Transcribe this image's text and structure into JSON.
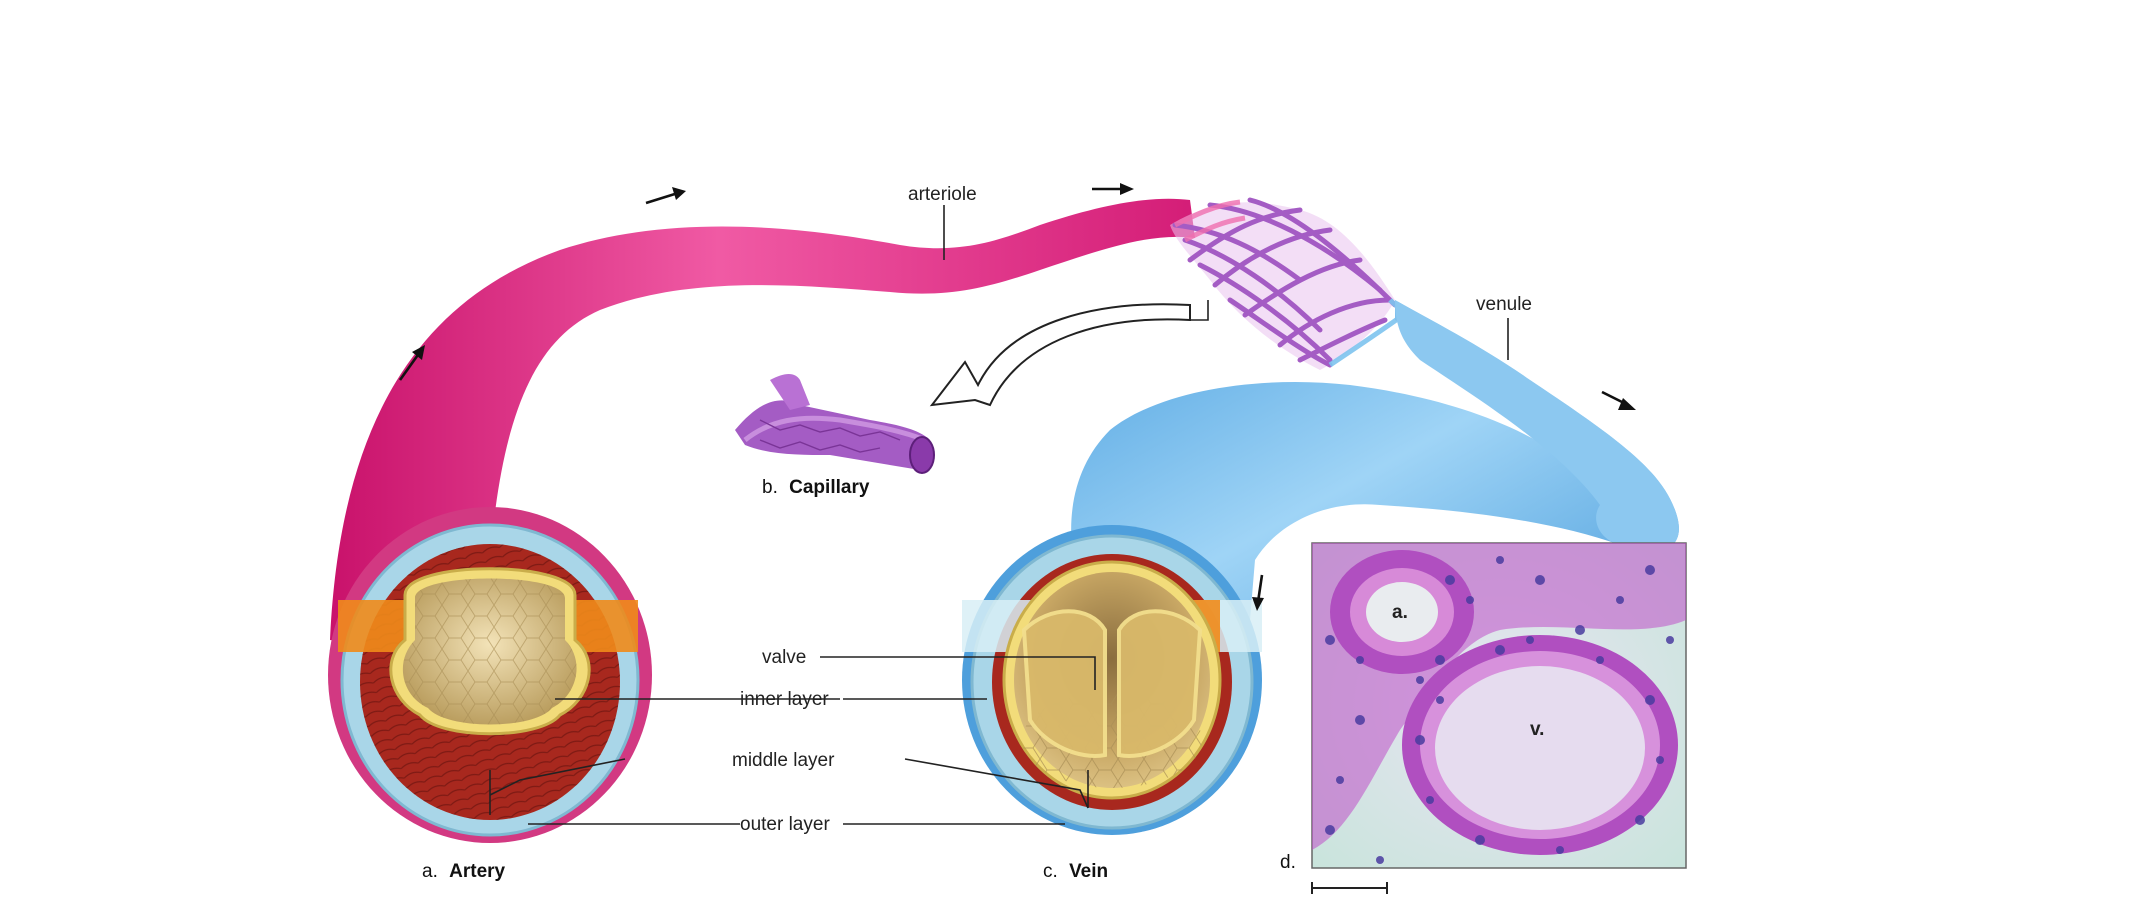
{
  "labels": {
    "arteriole": "arteriole",
    "venule": "venule",
    "valve": "valve",
    "inner_layer": "inner layer",
    "middle_layer": "middle layer",
    "outer_layer": "outer layer"
  },
  "captions": {
    "artery": {
      "letter": "a.",
      "name": "Artery"
    },
    "capillary": {
      "letter": "b.",
      "name": "Capillary"
    },
    "vein": {
      "letter": "c.",
      "name": "Vein"
    },
    "micrograph": {
      "letter": "d."
    }
  },
  "micrograph_labels": {
    "artery": "a.",
    "vein": "v."
  },
  "colors": {
    "artery": "#e8308a",
    "vein": "#6db8ec",
    "capillary": "#a45cc4",
    "middle_layer": "#a8281e",
    "outer_layer": "#9fd0e6",
    "inner_layer": "#e8d27a",
    "stain": "#b04fc0"
  }
}
